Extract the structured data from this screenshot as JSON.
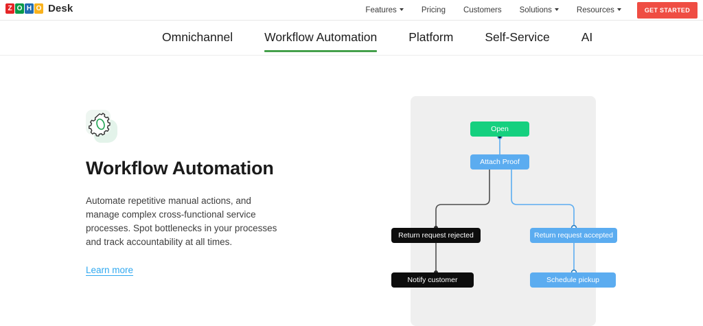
{
  "header": {
    "brand": {
      "logo_tiles": [
        "Z",
        "O",
        "H",
        "O"
      ],
      "product_name": "Desk"
    },
    "nav_items": [
      {
        "label": "Features",
        "has_caret": true
      },
      {
        "label": "Pricing",
        "has_caret": false
      },
      {
        "label": "Customers",
        "has_caret": false
      },
      {
        "label": "Solutions",
        "has_caret": true
      },
      {
        "label": "Resources",
        "has_caret": true
      }
    ],
    "cta_label": "GET STARTED",
    "cta_color": "#ef4d43"
  },
  "tabs": [
    {
      "label": "Omnichannel",
      "active": false
    },
    {
      "label": "Workflow Automation",
      "active": true
    },
    {
      "label": "Platform",
      "active": false
    },
    {
      "label": "Self-Service",
      "active": false
    },
    {
      "label": "AI",
      "active": false
    }
  ],
  "tab_accent_color": "#45a04b",
  "feature": {
    "icon_name": "gear-icon",
    "icon_accent_color": "#23a455",
    "headline": "Workflow Automation",
    "body": "Automate repetitive manual actions, and manage complex cross-functional service processes. Spot bottlenecks in your processes and track accountability at all times.",
    "link_label": "Learn more",
    "link_color": "#2fa8f0"
  },
  "diagram": {
    "panel_color": "#efefef",
    "colors": {
      "green": "#15d07f",
      "blue": "#5bacf0",
      "black": "#0d0d0d",
      "line_gray": "#4d4d4d",
      "line_blue": "#5bacf0"
    },
    "nodes": [
      {
        "id": "open",
        "label": "Open",
        "type": "green"
      },
      {
        "id": "attach",
        "label": "Attach Proof",
        "type": "blue"
      },
      {
        "id": "rejected",
        "label": "Return request rejected",
        "type": "black"
      },
      {
        "id": "accepted",
        "label": "Return request accepted",
        "type": "blue"
      },
      {
        "id": "notify",
        "label": "Notify customer",
        "type": "black"
      },
      {
        "id": "pickup",
        "label": "Schedule pickup",
        "type": "blue"
      }
    ],
    "edges": [
      {
        "from": "open",
        "to": "attach"
      },
      {
        "from": "attach",
        "to": "rejected"
      },
      {
        "from": "attach",
        "to": "accepted"
      },
      {
        "from": "rejected",
        "to": "notify"
      },
      {
        "from": "accepted",
        "to": "pickup"
      }
    ]
  }
}
